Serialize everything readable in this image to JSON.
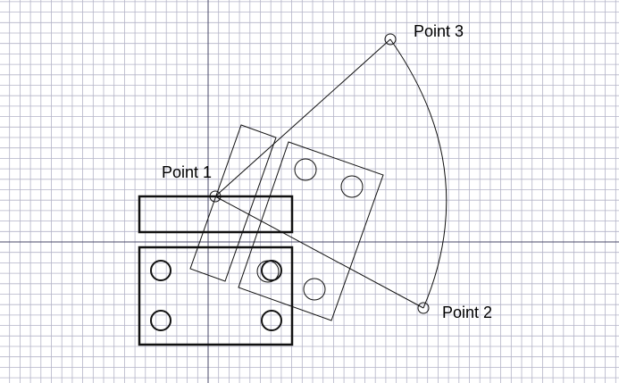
{
  "points": [
    {
      "id": "point-1",
      "label": "Point 1"
    },
    {
      "id": "point-2",
      "label": "Point 2"
    },
    {
      "id": "point-3",
      "label": "Point 3"
    }
  ],
  "colors": {
    "background": "#ffffff",
    "grid": "#b4b4c8",
    "axis": "#4a4a6a",
    "geometry": "#111111"
  }
}
